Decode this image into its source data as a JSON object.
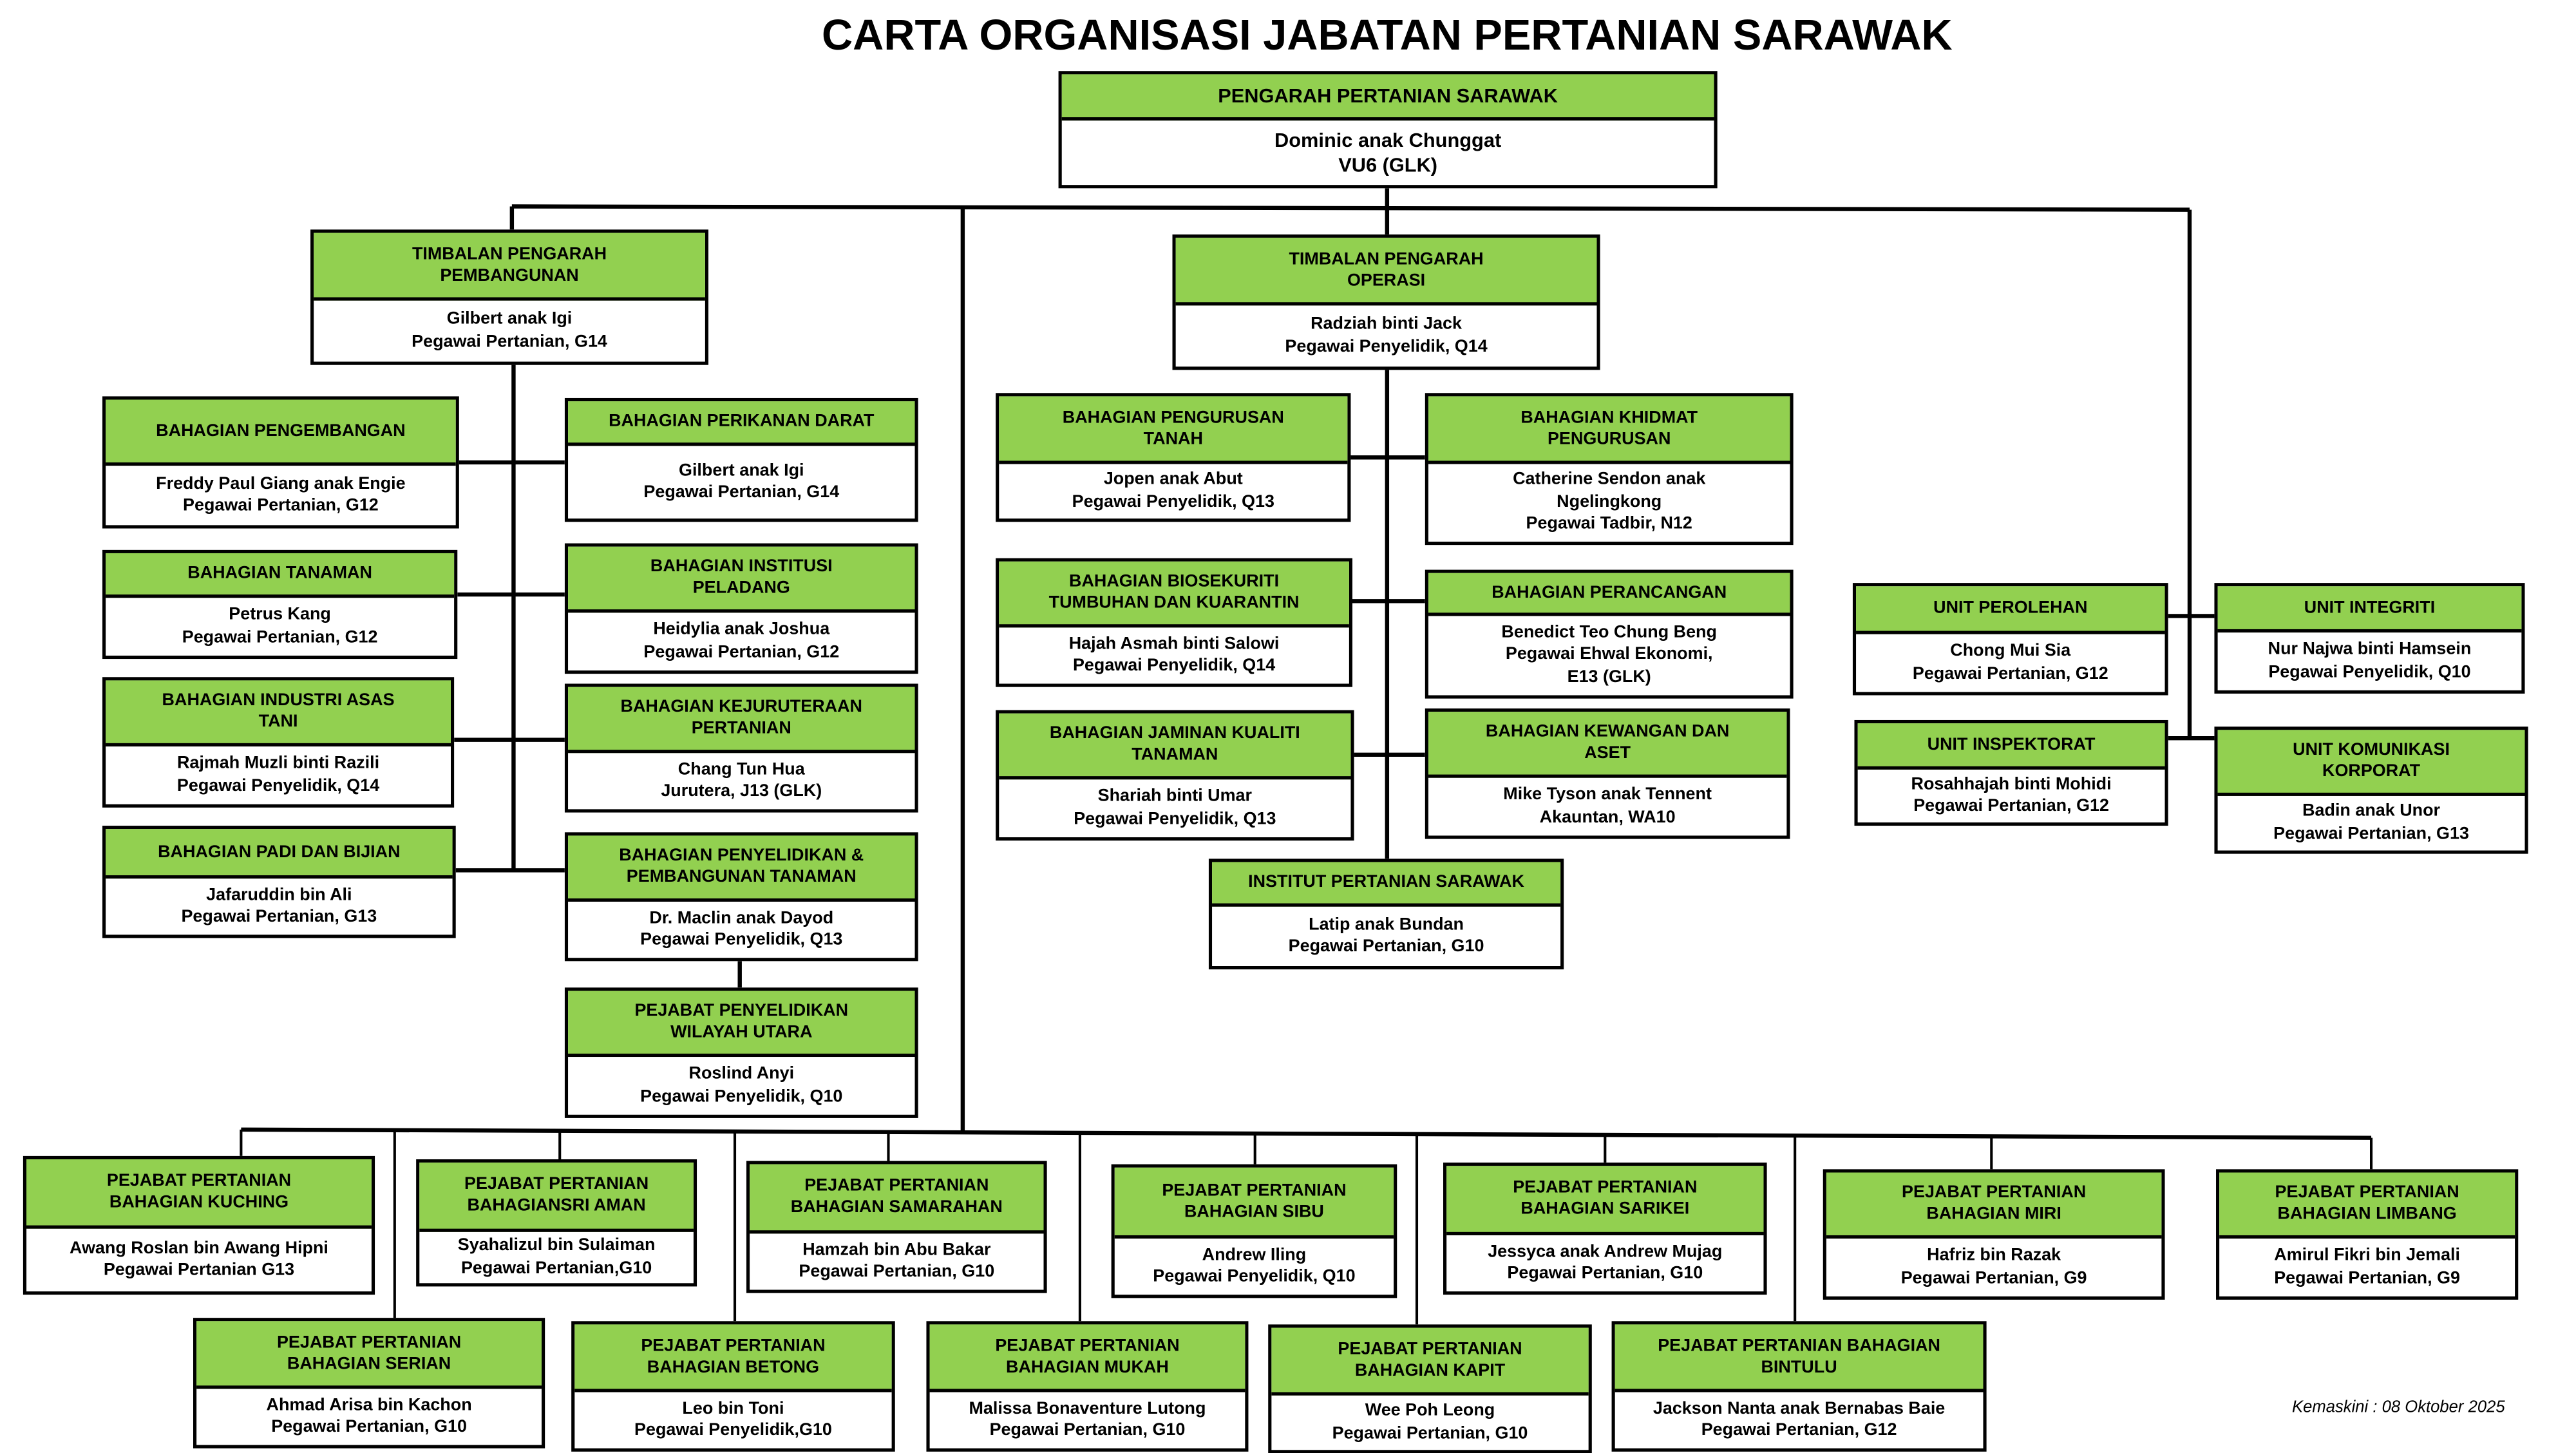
{
  "title": "CARTA ORGANISASI JABATAN PERTANIAN SARAWAK",
  "updated": "Kemaskini  : 08 Oktober 2025",
  "colors": {
    "header_fill": "#92D050",
    "border": "#000000"
  },
  "boxes": {
    "pengarah": {
      "header": [
        "PENGARAH PERTANIAN SARAWAK"
      ],
      "lines": [
        "Dominic anak Chunggat",
        "VU6 (GLK)"
      ]
    },
    "timbalan_pembangunan": {
      "header": [
        "TIMBALAN PENGARAH",
        "PEMBANGUNAN"
      ],
      "lines": [
        "Gilbert anak Igi",
        "Pegawai Pertanian, G14"
      ]
    },
    "timbalan_operasi": {
      "header": [
        "TIMBALAN PENGARAH",
        "OPERASI"
      ],
      "lines": [
        "Radziah binti Jack",
        "Pegawai Penyelidik, Q14"
      ]
    },
    "pengembangan": {
      "header": [
        "BAHAGIAN PENGEMBANGAN"
      ],
      "lines": [
        "Freddy Paul Giang anak Engie",
        "Pegawai Pertanian, G12"
      ]
    },
    "perikanan_darat": {
      "header": [
        "BAHAGIAN PERIKANAN DARAT"
      ],
      "lines": [
        "Gilbert anak Igi",
        "Pegawai Pertanian, G14"
      ]
    },
    "tanaman": {
      "header": [
        "BAHAGIAN TANAMAN"
      ],
      "lines": [
        "Petrus Kang",
        "Pegawai Pertanian, G12"
      ]
    },
    "institusi_peladang": {
      "header": [
        "BAHAGIAN INSTITUSI",
        "PELADANG"
      ],
      "lines": [
        "Heidylia anak Joshua",
        "Pegawai Pertanian, G12"
      ]
    },
    "industri_asas_tani": {
      "header": [
        "BAHAGIAN INDUSTRI ASAS",
        "TANI"
      ],
      "lines": [
        "Rajmah Muzli binti Razili",
        "Pegawai Penyelidik, Q14"
      ]
    },
    "kejuruteraan": {
      "header": [
        "BAHAGIAN KEJURUTERAAN",
        "PERTANIAN"
      ],
      "lines": [
        "Chang Tun Hua",
        "Jurutera, J13 (GLK)"
      ]
    },
    "padi_bijian": {
      "header": [
        "BAHAGIAN PADI DAN BIJIAN"
      ],
      "lines": [
        "Jafaruddin bin Ali",
        "Pegawai Pertanian, G13"
      ]
    },
    "penyelidikan": {
      "header": [
        "BAHAGIAN PENYELIDIKAN &",
        "PEMBANGUNAN TANAMAN"
      ],
      "lines": [
        "Dr. Maclin anak Dayod",
        "Pegawai Penyelidik, Q13"
      ]
    },
    "wilayah_utara": {
      "header": [
        "PEJABAT PENYELIDIKAN",
        "WILAYAH UTARA"
      ],
      "lines": [
        "Roslind Anyi",
        "Pegawai Penyelidik, Q10"
      ]
    },
    "pengurusan_tanah": {
      "header": [
        "BAHAGIAN PENGURUSAN",
        "TANAH"
      ],
      "lines": [
        "Jopen anak Abut",
        "Pegawai Penyelidik, Q13"
      ]
    },
    "khidmat_pengurusan": {
      "header": [
        "BAHAGIAN KHIDMAT",
        "PENGURUSAN"
      ],
      "lines": [
        "Catherine Sendon anak",
        "Ngelingkong",
        "Pegawai Tadbir, N12"
      ]
    },
    "biosekuriti": {
      "header": [
        "BAHAGIAN BIOSEKURITI",
        "TUMBUHAN DAN KUARANTIN"
      ],
      "lines": [
        "Hajah Asmah binti Salowi",
        "Pegawai Penyelidik, Q14"
      ]
    },
    "perancangan": {
      "header": [
        "BAHAGIAN PERANCANGAN"
      ],
      "lines": [
        "Benedict Teo Chung Beng",
        "Pegawai Ehwal Ekonomi,",
        "E13 (GLK)"
      ]
    },
    "jaminan_kualiti": {
      "header": [
        "BAHAGIAN JAMINAN KUALITI",
        "TANAMAN"
      ],
      "lines": [
        "Shariah binti Umar",
        "Pegawai Penyelidik, Q13"
      ]
    },
    "kewangan": {
      "header": [
        "BAHAGIAN KEWANGAN DAN",
        "ASET"
      ],
      "lines": [
        "Mike Tyson anak Tennent",
        "Akauntan, WA10"
      ]
    },
    "institut": {
      "header": [
        "INSTITUT PERTANIAN SARAWAK"
      ],
      "lines": [
        "Latip anak Bundan",
        "Pegawai Pertanian, G10"
      ]
    },
    "unit_perolehan": {
      "header": [
        "UNIT PEROLEHAN"
      ],
      "lines": [
        "Chong Mui Sia",
        "Pegawai Pertanian, G12"
      ]
    },
    "unit_integriti": {
      "header": [
        "UNIT INTEGRITI"
      ],
      "lines": [
        "Nur Najwa binti Hamsein",
        "Pegawai Penyelidik, Q10"
      ]
    },
    "unit_inspektorat": {
      "header": [
        "UNIT INSPEKTORAT"
      ],
      "lines": [
        "Rosahhajah binti Mohidi",
        "Pegawai Pertanian, G12"
      ]
    },
    "unit_komunikasi": {
      "header": [
        "UNIT KOMUNIKASI",
        "KORPORAT"
      ],
      "lines": [
        "Badin anak Unor",
        "Pegawai Pertanian, G13"
      ]
    },
    "kuching": {
      "header": [
        "PEJABAT PERTANIAN",
        "BAHAGIAN KUCHING"
      ],
      "lines": [
        "Awang Roslan bin Awang  Hipni",
        "Pegawai Pertanian G13"
      ]
    },
    "sri_aman": {
      "header": [
        "PEJABAT PERTANIAN",
        "BAHAGIANSRI AMAN"
      ],
      "lines": [
        "Syahalizul bin Sulaiman",
        "Pegawai Pertanian,G10"
      ]
    },
    "samarahan": {
      "header": [
        "PEJABAT PERTANIAN",
        "BAHAGIAN SAMARAHAN"
      ],
      "lines": [
        "Hamzah bin Abu Bakar",
        "Pegawai Pertanian, G10"
      ]
    },
    "sibu": {
      "header": [
        "PEJABAT PERTANIAN",
        "BAHAGIAN SIBU"
      ],
      "lines": [
        "Andrew Iling",
        "Pegawai Penyelidik, Q10"
      ]
    },
    "sarikei": {
      "header": [
        "PEJABAT PERTANIAN",
        "BAHAGIAN SARIKEI"
      ],
      "lines": [
        "Jessyca anak Andrew Mujag",
        "Pegawai Pertanian, G10"
      ]
    },
    "miri": {
      "header": [
        "PEJABAT PERTANIAN",
        "BAHAGIAN MIRI"
      ],
      "lines": [
        "Hafriz bin Razak",
        "Pegawai Pertanian, G9"
      ]
    },
    "limbang": {
      "header": [
        "PEJABAT PERTANIAN",
        "BAHAGIAN LIMBANG"
      ],
      "lines": [
        "Amirul Fikri bin Jemali",
        "Pegawai Pertanian, G9"
      ]
    },
    "serian": {
      "header": [
        "PEJABAT PERTANIAN",
        "BAHAGIAN SERIAN"
      ],
      "lines": [
        "Ahmad Arisa bin Kachon",
        "Pegawai Pertanian, G10"
      ]
    },
    "betong": {
      "header": [
        "PEJABAT PERTANIAN",
        "BAHAGIAN BETONG"
      ],
      "lines": [
        "Leo  bin Toni",
        "Pegawai Penyelidik,G10"
      ]
    },
    "mukah": {
      "header": [
        "PEJABAT PERTANIAN",
        "BAHAGIAN MUKAH"
      ],
      "lines": [
        "Malissa Bonaventure Lutong",
        "Pegawai Pertanian, G10"
      ]
    },
    "kapit": {
      "header": [
        "PEJABAT PERTANIAN",
        "BAHAGIAN KAPIT"
      ],
      "lines": [
        "Wee Poh Leong",
        "Pegawai Pertanian, G10"
      ]
    },
    "bintulu": {
      "header": [
        "PEJABAT PERTANIAN BAHAGIAN",
        "BINTULU"
      ],
      "lines": [
        "Jackson Nanta anak Bernabas Baie",
        "Pegawai Pertanian, G12"
      ]
    }
  }
}
